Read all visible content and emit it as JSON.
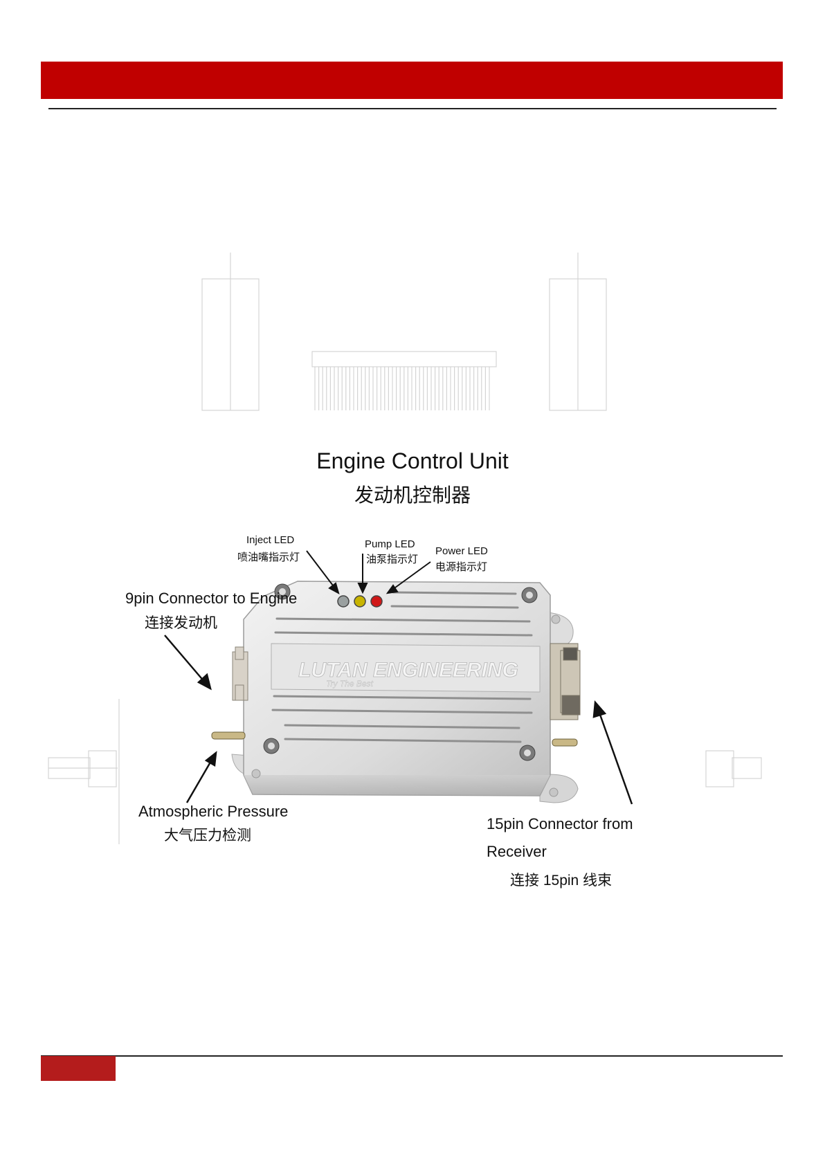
{
  "title": {
    "en": "Engine Control Unit",
    "zh": "发动机控制器"
  },
  "device": {
    "logo_text": "LUTAN ENGINEERING",
    "logo_tagline": "Try The Best"
  },
  "labels": {
    "inject_led": {
      "en": "Inject LED",
      "zh": "喷油嘴指示灯"
    },
    "pump_led": {
      "en": "Pump LED",
      "zh": "油泵指示灯"
    },
    "power_led": {
      "en": "Power LED",
      "zh": "电源指示灯"
    },
    "connector_9pin": {
      "en": "9pin Connector to Engine",
      "zh": "连接发动机"
    },
    "atmospheric": {
      "en": "Atmospheric Pressure",
      "zh": "大气压力检测"
    },
    "connector_15pin": {
      "en_line1": "15pin Connector from",
      "en_line2": "Receiver",
      "zh": "连接 15pin 线束"
    }
  },
  "colors": {
    "header_red": "#c00000",
    "footer_red": "#b41c1c",
    "led_inject": "#9aa0a0",
    "led_pump": "#c8b400",
    "led_power": "#d01818"
  }
}
